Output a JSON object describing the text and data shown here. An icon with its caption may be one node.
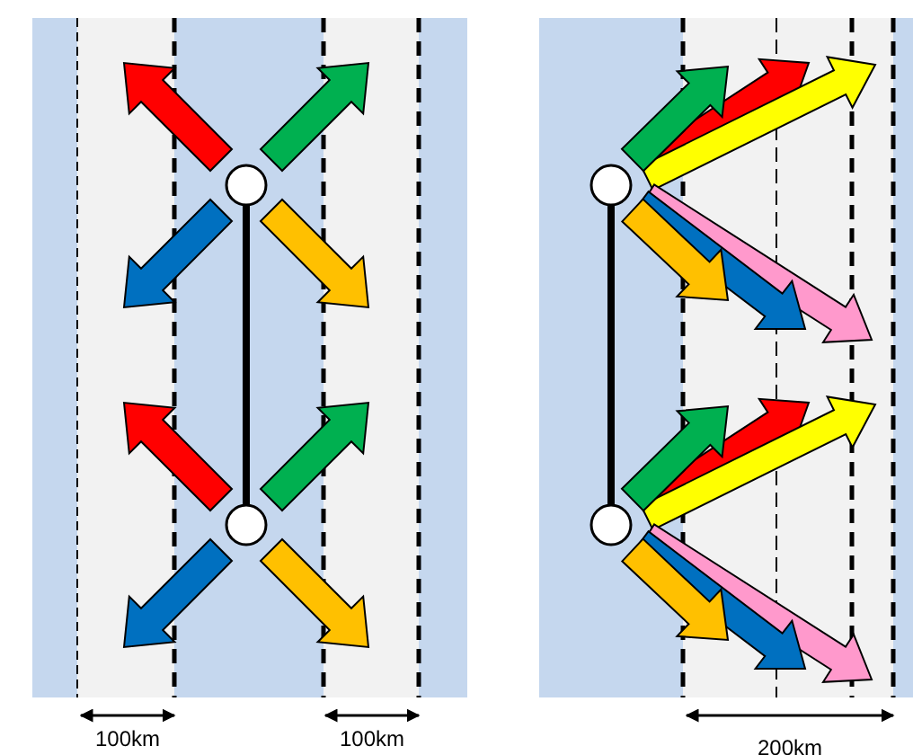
{
  "diagram": {
    "nodes": [
      {
        "text": [],
        "shape": "circle"
      },
      {
        "text": [],
        "shape": "circle"
      },
      {
        "text": [],
        "shape": "circle"
      },
      {
        "text": [],
        "shape": "circle"
      }
    ],
    "edges": [
      {
        "from": 0,
        "to": 1,
        "arrow": "none"
      },
      {
        "from": 2,
        "to": 3,
        "arrow": "none"
      }
    ],
    "labels": [
      "100km",
      "100km",
      "200km"
    ]
  }
}
